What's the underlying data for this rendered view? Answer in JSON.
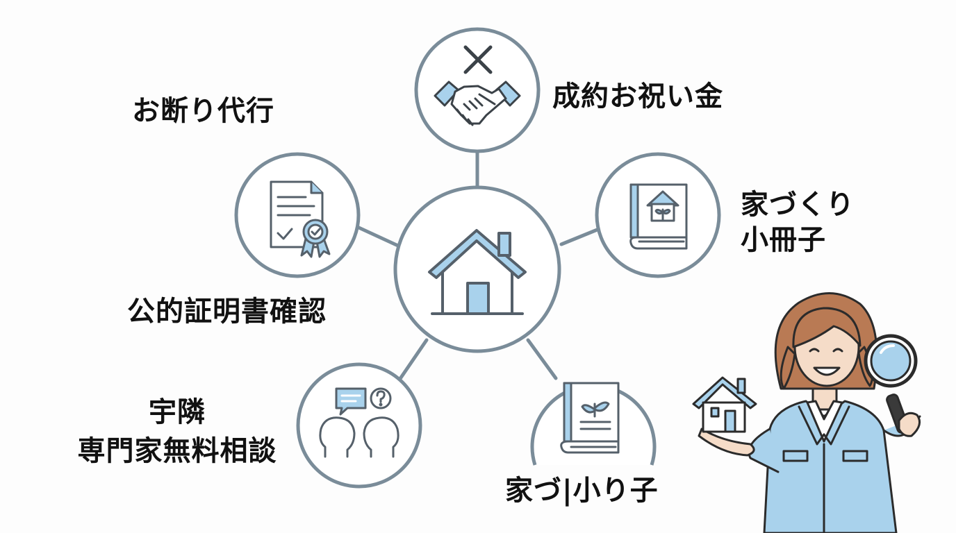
{
  "colors": {
    "outline": "#7a8c99",
    "icon_stroke": "#55606a",
    "icon_fill": "#a9d2ec",
    "text": "#111111"
  },
  "nodes": {
    "center": {
      "icon": "house-icon"
    },
    "bonus": {
      "icon": "handshake-icon",
      "label": "成約お祝い金"
    },
    "refusal": {
      "label": "お断り代行"
    },
    "certificate": {
      "icon": "certificate-document-icon",
      "label": "公的証明書確認"
    },
    "booklet": {
      "icon": "house-book-icon",
      "label_lines": [
        "家づくり",
        "小冊子"
      ]
    },
    "consult": {
      "icon": "conversation-icon",
      "label_lines": [
        "宇隣",
        "専門家無料相談"
      ]
    },
    "booklet2": {
      "icon": "plant-book-icon",
      "label": "家づ|小り子"
    }
  },
  "character": {
    "icon": "inspector-woman-icon"
  }
}
